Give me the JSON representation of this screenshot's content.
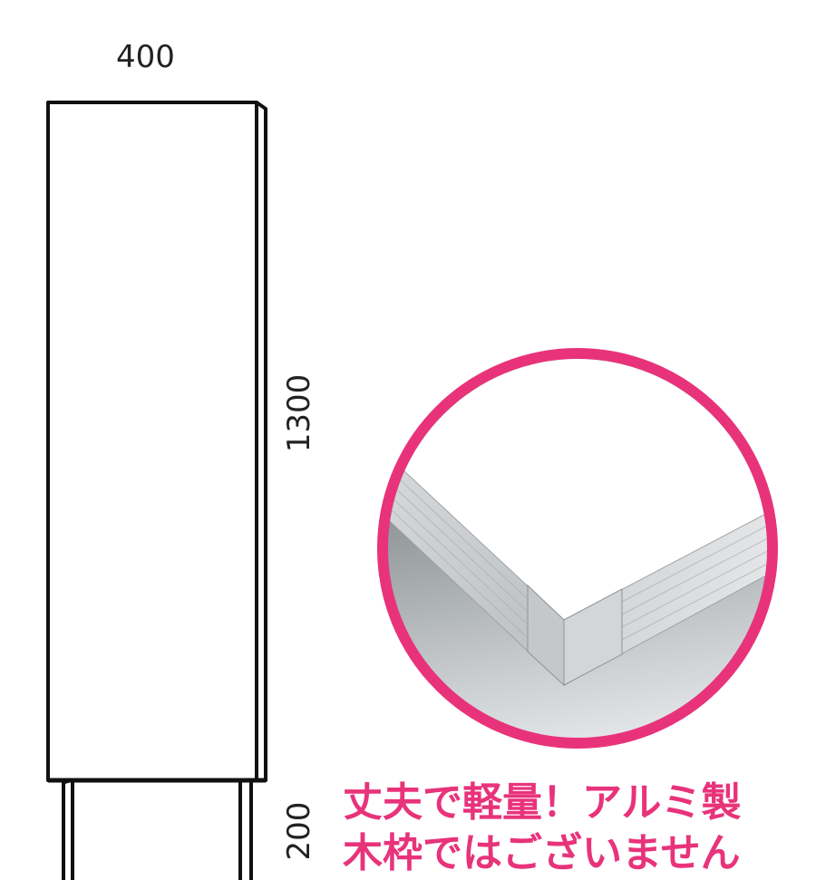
{
  "dimensions": {
    "width": "400",
    "height": "1300",
    "leg_height": "200"
  },
  "colors": {
    "accent": "#e8337b",
    "line": "#111111"
  },
  "caption": {
    "line1": "丈夫で軽量！アルミ製",
    "line2": "木枠ではございません"
  }
}
